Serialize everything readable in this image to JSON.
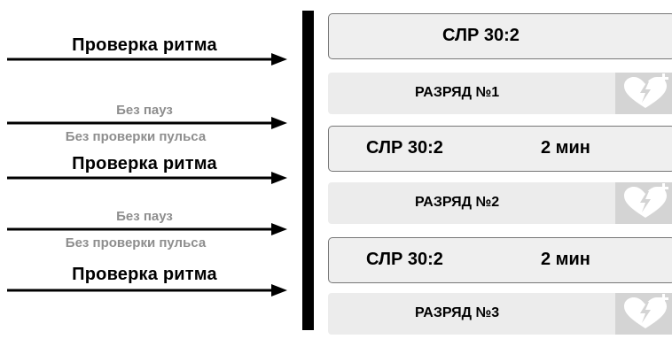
{
  "left_labels": {
    "rhythm_check": "Проверка ритма",
    "no_pauses": "Без пауз",
    "no_pulse_check": "Без проверки пульса"
  },
  "steps": {
    "cpr_1": "СЛР 30:2",
    "shock_1": "РАЗРЯД №1",
    "cpr_2": "СЛР 30:2",
    "cpr_2_duration": "2 мин",
    "shock_2": "РАЗРЯД №2",
    "cpr_3": "СЛР 30:2",
    "cpr_3_duration": "2 мин",
    "shock_3": "РАЗРЯД №3"
  },
  "colors": {
    "arrow": "#000000",
    "sub_label": "#8e8e8e",
    "cpr_box": "#efefef",
    "shock_box": "#ececec",
    "aed_tile": "#d4d4d4",
    "aed_icon": "#ffffff"
  },
  "icons": {
    "aed": "heart-lightning-plus-icon"
  }
}
